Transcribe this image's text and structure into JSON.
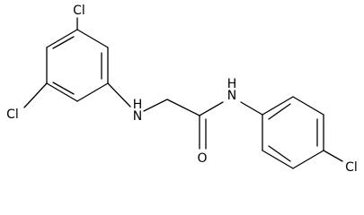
{
  "molecule": {
    "atoms": {
      "cl_top": "Cl",
      "cl_left": "Cl",
      "nh_left": "H\nN",
      "nh_left_n": "N",
      "nh_left_h": "H",
      "o": "O",
      "nh_right_n": "N",
      "nh_right_h": "H",
      "cl_right": "Cl"
    }
  }
}
